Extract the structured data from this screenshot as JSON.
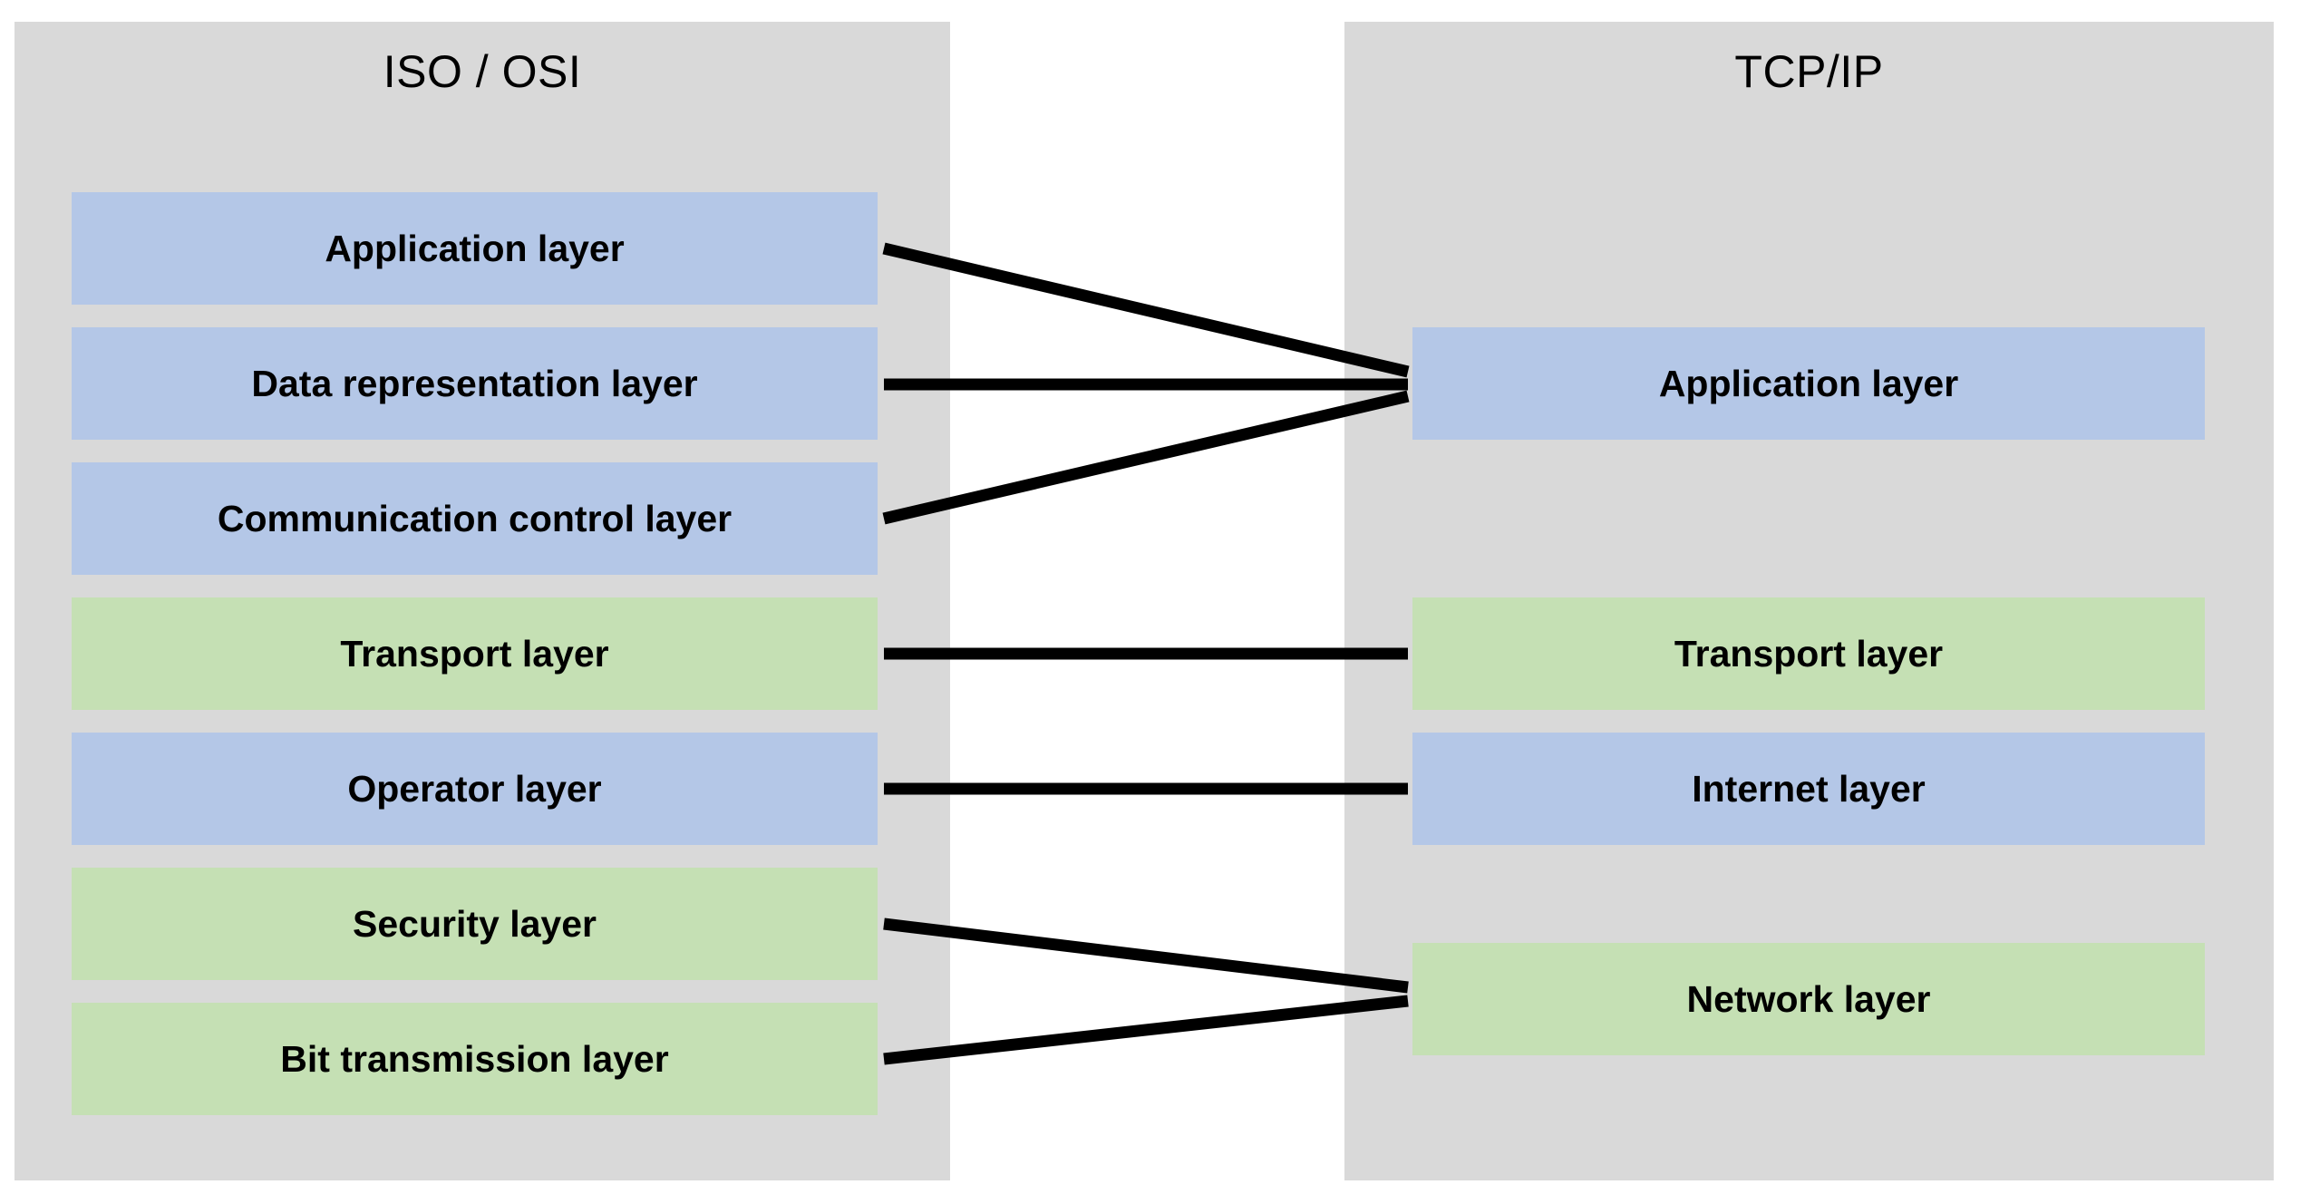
{
  "diagram": {
    "type": "layer-mapping",
    "columns": [
      {
        "id": "osi",
        "title": "ISO / OSI",
        "layers": [
          {
            "label": "Application layer",
            "color": "#b4c7e7",
            "color_name": "blue"
          },
          {
            "label": "Data representation layer",
            "color": "#b4c7e7",
            "color_name": "blue"
          },
          {
            "label": "Communication control layer",
            "color": "#b4c7e7",
            "color_name": "blue"
          },
          {
            "label": "Transport layer",
            "color": "#c5e0b4",
            "color_name": "green"
          },
          {
            "label": "Operator layer",
            "color": "#b4c7e7",
            "color_name": "blue"
          },
          {
            "label": "Security layer",
            "color": "#c5e0b4",
            "color_name": "green"
          },
          {
            "label": "Bit transmission layer",
            "color": "#c5e0b4",
            "color_name": "green"
          }
        ]
      },
      {
        "id": "tcpip",
        "title": "TCP/IP",
        "layers": [
          {
            "label": "Application layer",
            "color": "#b4c7e7",
            "color_name": "blue"
          },
          {
            "label": "Transport layer",
            "color": "#c5e0b4",
            "color_name": "green"
          },
          {
            "label": "Internet layer",
            "color": "#b4c7e7",
            "color_name": "blue"
          },
          {
            "label": "Network layer",
            "color": "#c5e0b4",
            "color_name": "green"
          }
        ]
      }
    ],
    "connections": [
      {
        "from": "Application layer",
        "to": "Application layer"
      },
      {
        "from": "Data representation layer",
        "to": "Application layer"
      },
      {
        "from": "Communication control layer",
        "to": "Application layer"
      },
      {
        "from": "Transport layer",
        "to": "Transport layer"
      },
      {
        "from": "Operator layer",
        "to": "Internet layer"
      },
      {
        "from": "Security layer",
        "to": "Network layer"
      },
      {
        "from": "Bit transmission layer",
        "to": "Network layer"
      }
    ],
    "colors": {
      "panel_background": "#d9d9d9",
      "page_background": "#ffffff",
      "blue_layer": "#b4c7e7",
      "green_layer": "#c5e0b4",
      "connector_line": "#000000",
      "text": "#000000"
    }
  }
}
